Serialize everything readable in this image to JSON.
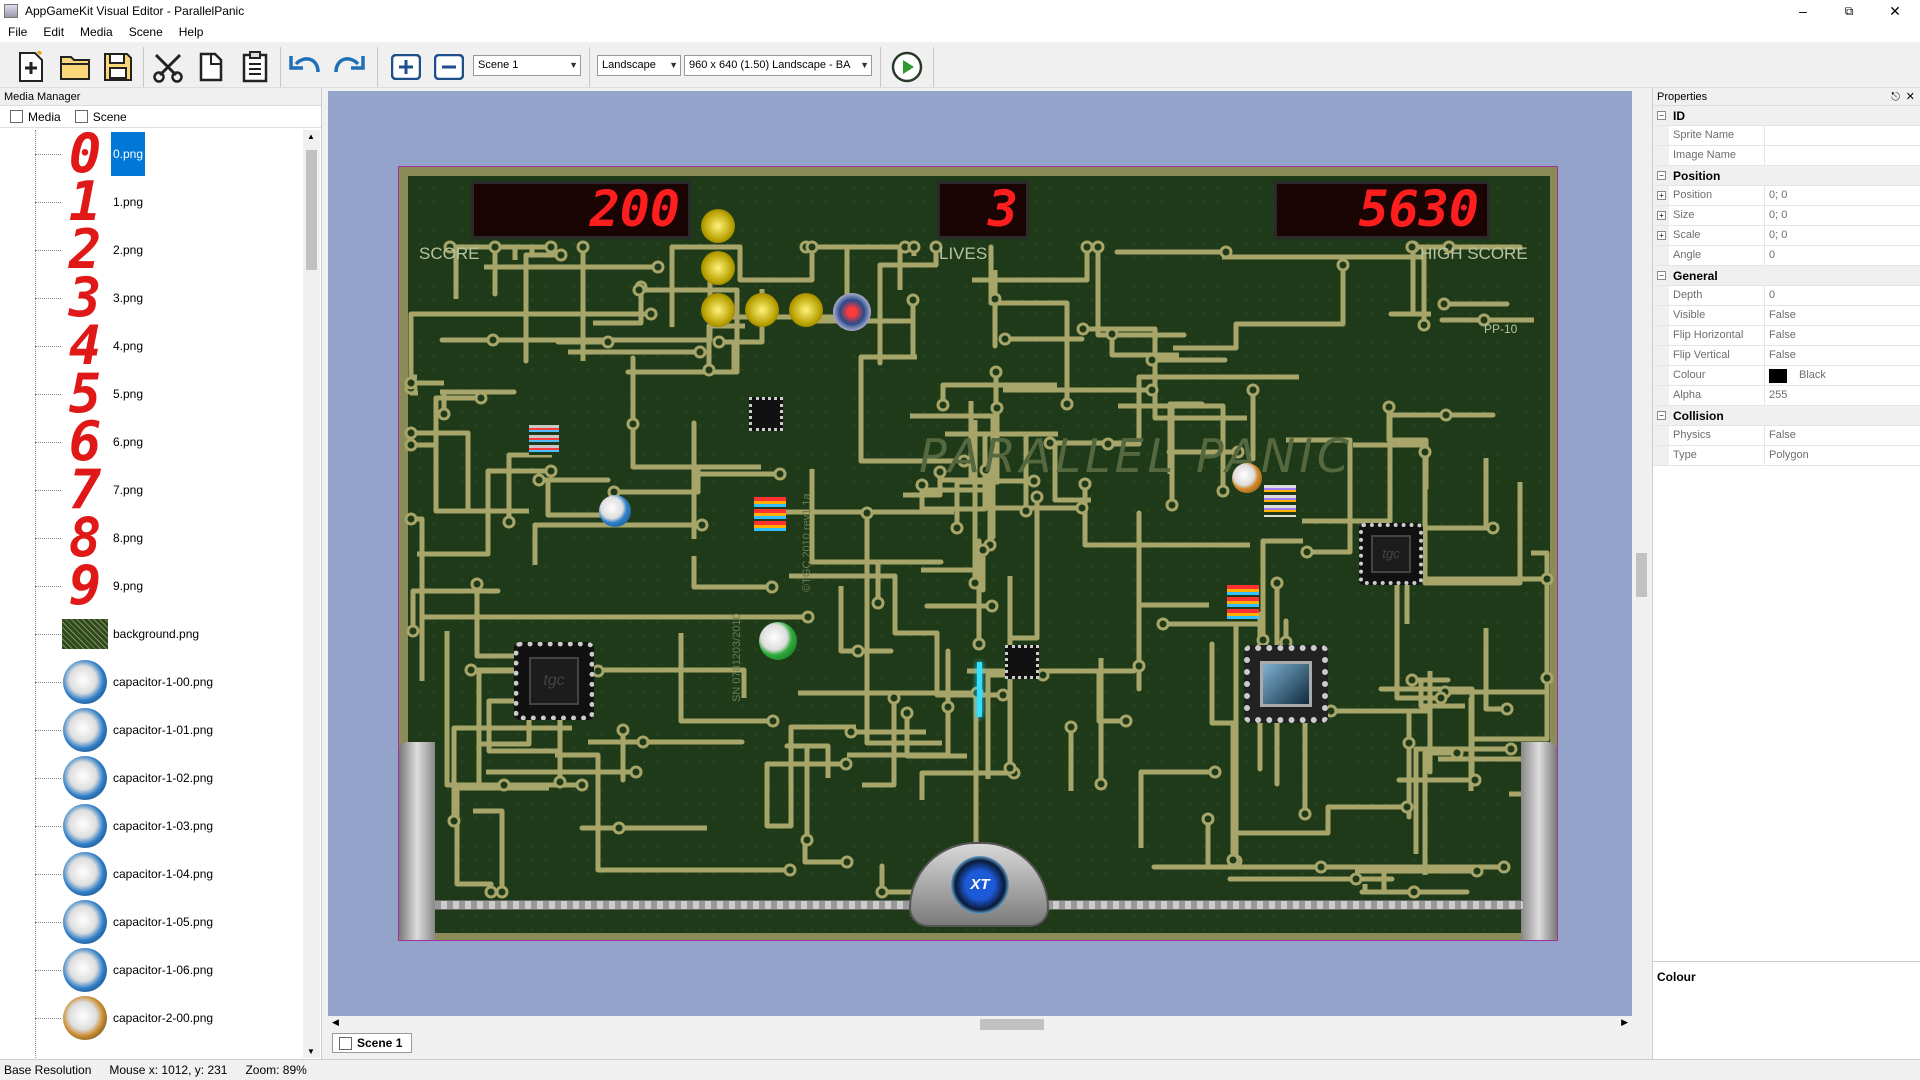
{
  "window": {
    "title": "AppGameKit Visual Editor - ParallelPanic",
    "minimize": "–",
    "maximize": "⧉",
    "close": "✕"
  },
  "menu": [
    "File",
    "Edit",
    "Media",
    "Scene",
    "Help"
  ],
  "toolbar": {
    "scene_select": "Scene 1",
    "orientation_select": "Landscape",
    "resolution_select": "960 x 640 (1.50) Landscape - BA"
  },
  "media_manager": {
    "title": "Media Manager",
    "tabs": [
      "Media",
      "Scene"
    ],
    "items": [
      {
        "name": "0.png",
        "thumb": "0",
        "selected": true
      },
      {
        "name": "1.png",
        "thumb": "1"
      },
      {
        "name": "2.png",
        "thumb": "2"
      },
      {
        "name": "3.png",
        "thumb": "3"
      },
      {
        "name": "4.png",
        "thumb": "4"
      },
      {
        "name": "5.png",
        "thumb": "5"
      },
      {
        "name": "6.png",
        "thumb": "6"
      },
      {
        "name": "7.png",
        "thumb": "7"
      },
      {
        "name": "8.png",
        "thumb": "8"
      },
      {
        "name": "9.png",
        "thumb": "9"
      },
      {
        "name": "background.png",
        "thumb": "bg"
      },
      {
        "name": "capacitor-1-00.png",
        "thumb": "cap-blue"
      },
      {
        "name": "capacitor-1-01.png",
        "thumb": "cap-blue"
      },
      {
        "name": "capacitor-1-02.png",
        "thumb": "cap-blue"
      },
      {
        "name": "capacitor-1-03.png",
        "thumb": "cap-blue"
      },
      {
        "name": "capacitor-1-04.png",
        "thumb": "cap-blue"
      },
      {
        "name": "capacitor-1-05.png",
        "thumb": "cap-blue"
      },
      {
        "name": "capacitor-1-06.png",
        "thumb": "cap-blue"
      },
      {
        "name": "capacitor-2-00.png",
        "thumb": "cap-gold"
      }
    ]
  },
  "game": {
    "score": "200",
    "lives": "3",
    "high_score": "5630",
    "score_label": "SCORE",
    "lives_label": "LIVES",
    "high_score_label": "HIGH SCORE",
    "logo_text": "PARALLEL PANIC",
    "board_code": "PP-10",
    "chip_text": "tgc",
    "ship_text": "XT",
    "copyright": "©TGC 2010  rev1.1a",
    "serial": "SN 0781203/2010"
  },
  "scene_tab": "Scene 1",
  "properties": {
    "title": "Properties",
    "categories": [
      {
        "name": "ID",
        "rows": [
          {
            "name": "Sprite Name",
            "value": ""
          },
          {
            "name": "Image Name",
            "value": ""
          }
        ]
      },
      {
        "name": "Position",
        "rows": [
          {
            "name": "Position",
            "value": "0; 0",
            "expandable": true
          },
          {
            "name": "Size",
            "value": "0; 0",
            "expandable": true
          },
          {
            "name": "Scale",
            "value": "0; 0",
            "expandable": true
          },
          {
            "name": "Angle",
            "value": "0"
          }
        ]
      },
      {
        "name": "General",
        "rows": [
          {
            "name": "Depth",
            "value": "0"
          },
          {
            "name": "Visible",
            "value": "False"
          },
          {
            "name": "Flip Horizontal",
            "value": "False"
          },
          {
            "name": "Flip Vertical",
            "value": "False"
          },
          {
            "name": "Colour",
            "value": "Black",
            "swatch": "#000000"
          },
          {
            "name": "Alpha",
            "value": "255"
          }
        ]
      },
      {
        "name": "Collision",
        "rows": [
          {
            "name": "Physics",
            "value": "False"
          },
          {
            "name": "Type",
            "value": "Polygon"
          }
        ]
      }
    ],
    "description": "Colour"
  },
  "status": {
    "base": "Base Resolution",
    "mouse": "Mouse x: 1012, y: 231",
    "zoom": "Zoom: 89%"
  },
  "colors": {
    "canvas_bg": "#93a3c9",
    "board": "#1e3a18",
    "trace": "#a8a56a",
    "led": "#ff1e1e",
    "selection": "#0078d7"
  }
}
